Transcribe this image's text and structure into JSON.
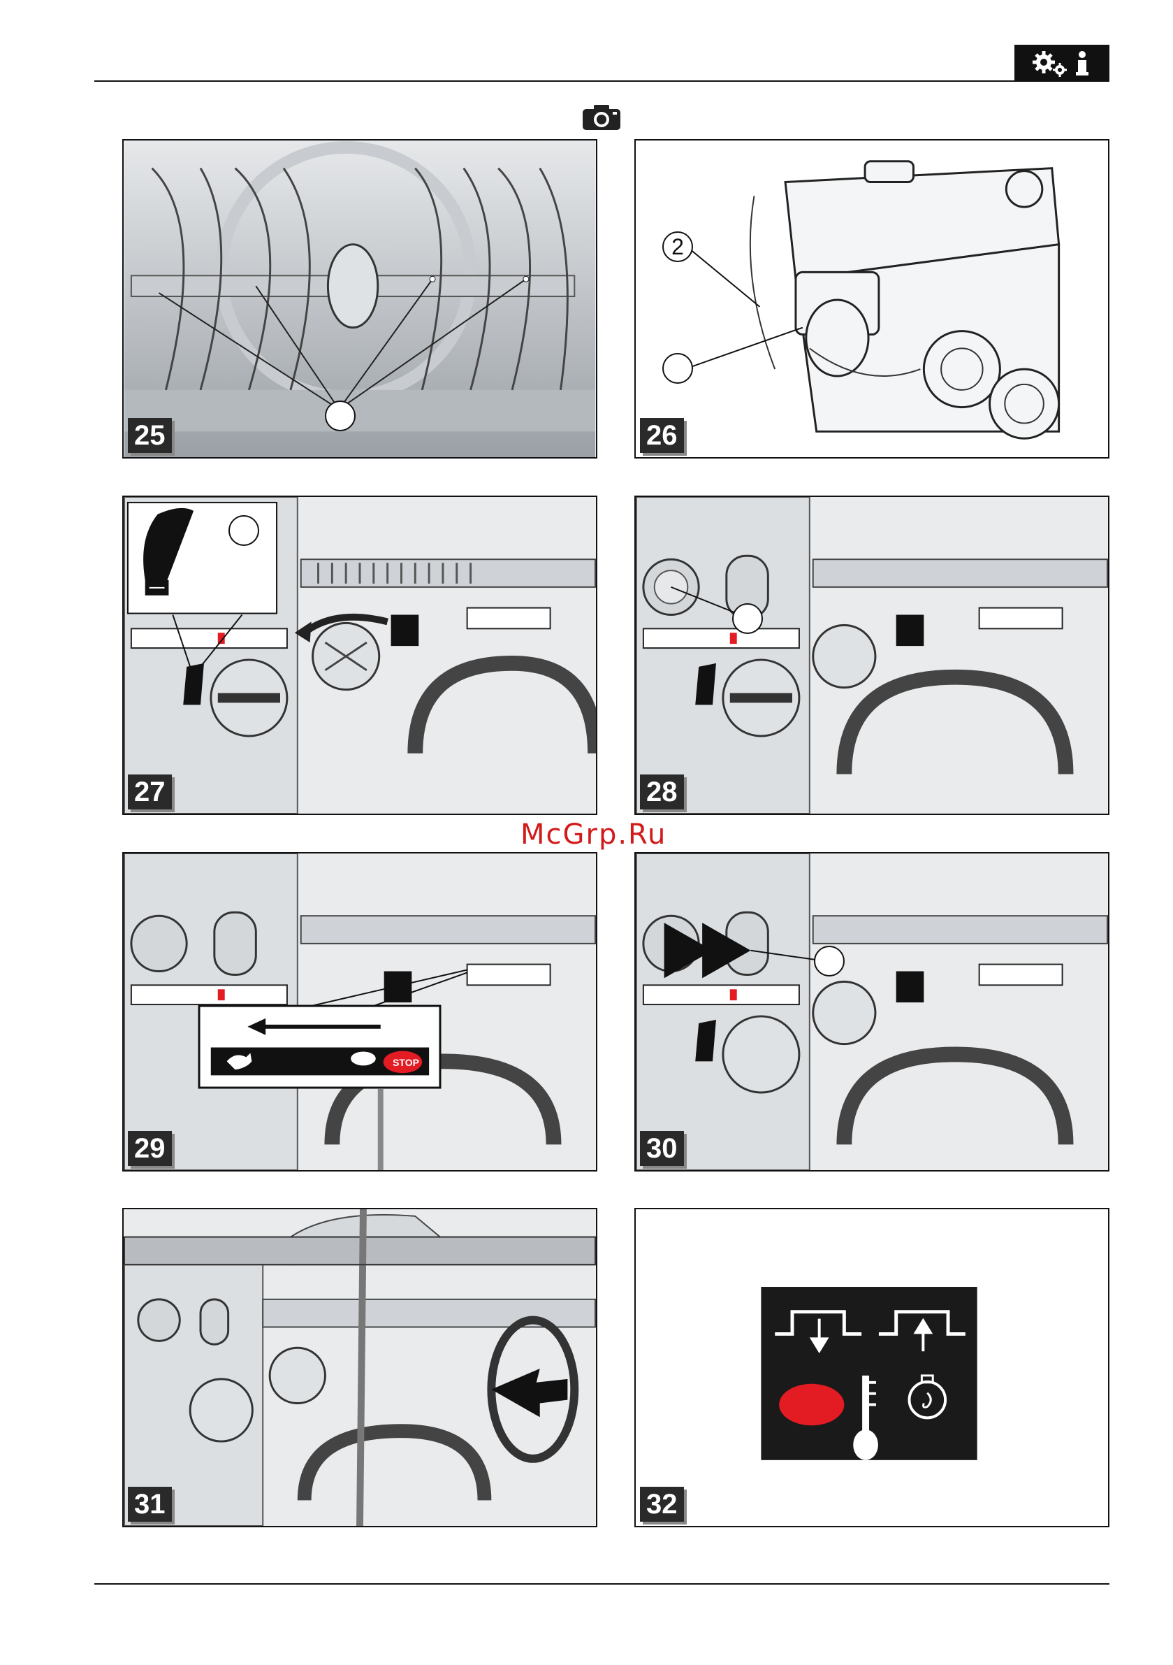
{
  "figures": [
    {
      "number": "25"
    },
    {
      "number": "26",
      "callout": "2"
    },
    {
      "number": "27"
    },
    {
      "number": "28"
    },
    {
      "number": "29",
      "inset_label": "STOP"
    },
    {
      "number": "30"
    },
    {
      "number": "31"
    },
    {
      "number": "32"
    }
  ],
  "watermark": "McGrp.Ru",
  "icons": {
    "header": "gears-info-icon",
    "section": "camera-icon"
  },
  "colors": {
    "accent_red": "#e31b23",
    "dark": "#111111"
  }
}
